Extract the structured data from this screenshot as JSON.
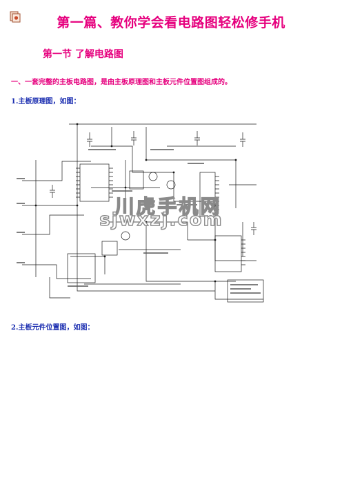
{
  "document": {
    "title": "第一篇、教你学会看电路图轻松修手机",
    "section_heading": "第一节  了解电路图",
    "para_intro": "一、一套完整的主板电路图，是由主板原理图和主板元件位置图组成的。",
    "item1": "1.主板原理图，如图：",
    "item2": "2.主板元件位置图，如图：",
    "watermark_cn": "川虎手机网",
    "watermark_url": "sjwxzj.com"
  },
  "colors": {
    "heading": "#e6007e",
    "item_text": "#1a2db0",
    "schematic_line": "#1a1a1a"
  },
  "icons": {
    "corner": "document-icon"
  }
}
